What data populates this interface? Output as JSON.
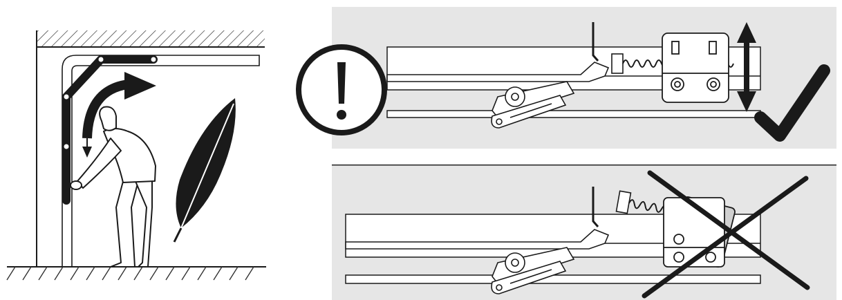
{
  "figure": {
    "caption": "",
    "panels": [
      {
        "id": "manual-operation",
        "icons": [
          "door-track-icon",
          "person-icon",
          "curved-arrow-icon",
          "feather-icon"
        ]
      },
      {
        "id": "correct-installation",
        "icons": [
          "warning-icon",
          "spring-mount-icon",
          "double-arrow-icon",
          "checkmark-icon"
        ]
      },
      {
        "id": "incorrect-installation",
        "icons": [
          "spring-mount-icon",
          "cross-icon"
        ]
      }
    ]
  },
  "colors": {
    "ink": "#1a1a1a",
    "panel_bg": "#e6e6e6",
    "white": "#ffffff",
    "hatch": "#333333"
  }
}
